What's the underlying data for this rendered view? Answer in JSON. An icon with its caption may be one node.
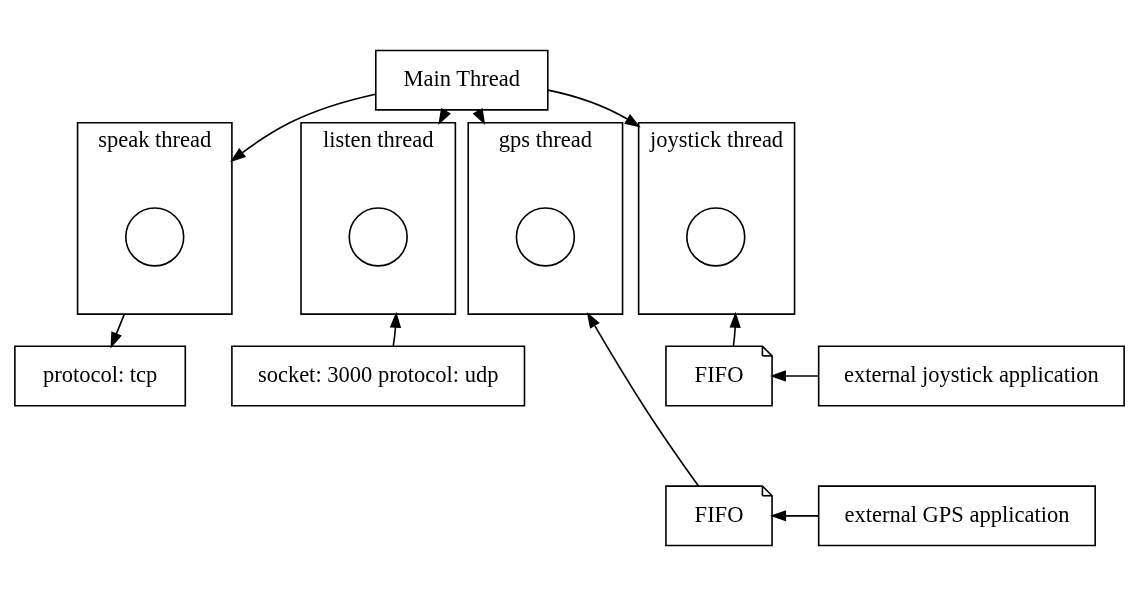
{
  "diagram": {
    "nodes": [
      {
        "text": [
          "Main Thread"
        ]
      },
      {
        "text": [
          "speak thread"
        ]
      },
      {
        "text": [],
        "shape": "circle",
        "in": 1
      },
      {
        "text": [
          "listen thread"
        ]
      },
      {
        "text": [],
        "shape": "circle",
        "in": 3
      },
      {
        "text": [
          "gps thread"
        ]
      },
      {
        "text": [],
        "shape": "circle",
        "in": 5
      },
      {
        "text": [
          "joystick thread"
        ]
      },
      {
        "text": [],
        "shape": "circle",
        "in": 7
      },
      {
        "text": [
          "protocol: tcp"
        ]
      },
      {
        "text": [
          "socket: 3000 protocol: udp"
        ]
      },
      {
        "text": [
          "FIFO"
        ]
      },
      {
        "text": [
          "external joystick application"
        ]
      },
      {
        "text": [
          "FIFO"
        ]
      },
      {
        "text": [
          "external GPS application"
        ]
      }
    ],
    "edges": [
      {
        "from": 0,
        "to": 1,
        "arrow": "to"
      },
      {
        "from": 0,
        "to": 3,
        "arrow": "to"
      },
      {
        "from": 0,
        "to": 5,
        "arrow": "to"
      },
      {
        "from": 0,
        "to": 7,
        "arrow": "to"
      },
      {
        "from": 1,
        "to": 9,
        "arrow": "to"
      },
      {
        "from": 10,
        "to": 3,
        "arrow": "to"
      },
      {
        "from": 11,
        "to": 7,
        "arrow": "to"
      },
      {
        "from": 12,
        "to": 11,
        "arrow": "to"
      },
      {
        "from": 13,
        "to": 5,
        "arrow": "to"
      },
      {
        "from": 14,
        "to": 13,
        "arrow": "to"
      }
    ]
  }
}
